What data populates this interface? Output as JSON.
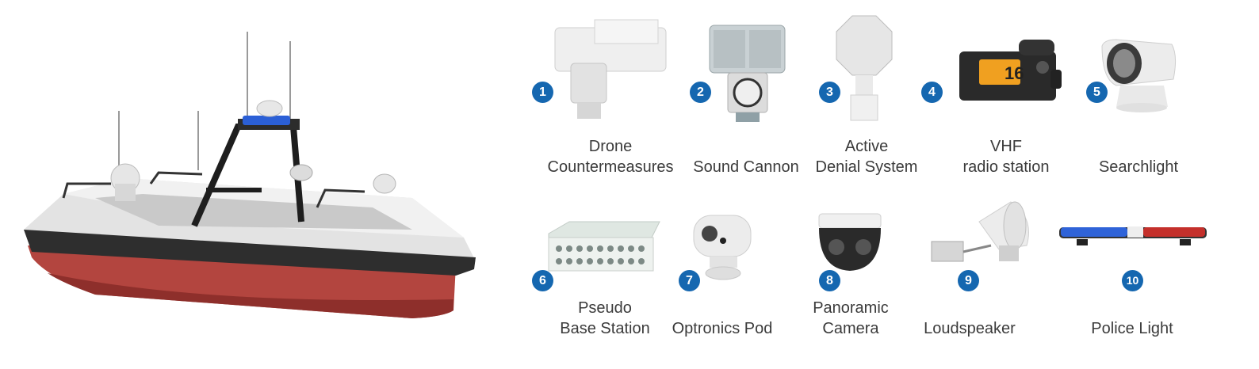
{
  "items": [
    {
      "number": "1",
      "line1": "Drone",
      "line2": "Countermeasures",
      "icon": "drone-countermeasures-icon"
    },
    {
      "number": "2",
      "line1": "",
      "line2": "Sound Cannon",
      "icon": "sound-cannon-icon"
    },
    {
      "number": "3",
      "line1": "Active",
      "line2": "Denial System",
      "icon": "active-denial-icon"
    },
    {
      "number": "4",
      "line1": "VHF",
      "line2": "radio station",
      "icon": "vhf-radio-icon"
    },
    {
      "number": "5",
      "line1": "",
      "line2": "Searchlight",
      "icon": "searchlight-icon"
    },
    {
      "number": "6",
      "line1": "Pseudo",
      "line2": "Base Station",
      "icon": "pseudo-base-station-icon"
    },
    {
      "number": "7",
      "line1": "",
      "line2": "Optronics Pod",
      "icon": "optronics-pod-icon"
    },
    {
      "number": "8",
      "line1": "Panoramic",
      "line2": "Camera",
      "icon": "panoramic-camera-icon"
    },
    {
      "number": "9",
      "line1": "",
      "line2": "Loudspeaker",
      "icon": "loudspeaker-icon"
    },
    {
      "number": "10",
      "line1": "",
      "line2": "Police Light",
      "icon": "police-light-icon"
    }
  ],
  "radio_display": "16",
  "colors": {
    "badge": "#1567b0",
    "hull_red": "#b3453f",
    "hull_grey": "#d9d9d9"
  }
}
